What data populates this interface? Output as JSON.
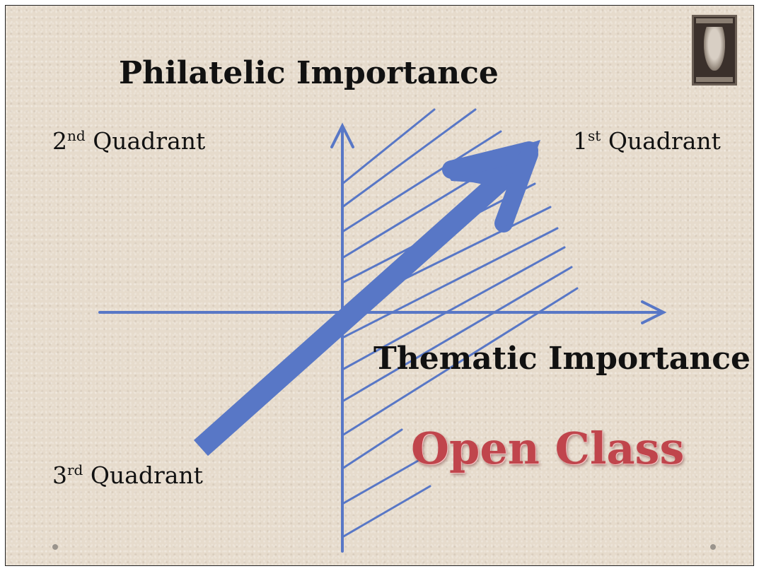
{
  "title": "Philatelic Importance",
  "quadrants": {
    "second": {
      "num": "2",
      "sup": "nd",
      "label": "Quadrant"
    },
    "first": {
      "num": "1",
      "sup": "st",
      "label": "Quadrant"
    },
    "third": {
      "num": "3",
      "sup": "rd",
      "label": "Quadrant"
    }
  },
  "x_axis_label": "Thematic Importance",
  "region_label": "Open Class",
  "colors": {
    "diagram": "#5877c6",
    "region_text": "#c0454c",
    "background": "#e6dbcc"
  },
  "icons": [
    "postage-stamp-icon"
  ]
}
